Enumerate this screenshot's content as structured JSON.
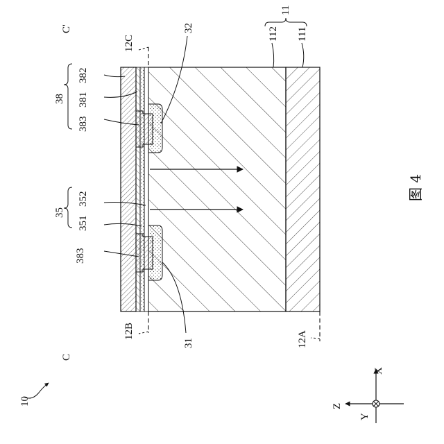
{
  "figure": {
    "caption": "图 4"
  },
  "labels": {
    "device": "10",
    "sectionStart": "C",
    "sectionEnd": "C'",
    "lineA": "12A",
    "lineB": "12B",
    "lineC": "12C",
    "substrate": "11",
    "substrateLayer1": "111",
    "substrateLayer2": "112",
    "region31": "31",
    "region32": "32",
    "layer35": "35",
    "layer351": "351",
    "layer352": "352",
    "layer38": "38",
    "layer381": "381",
    "layer382": "382",
    "layer383a": "383",
    "layer383b": "383"
  },
  "axes": {
    "x": "X",
    "y": "Y",
    "z": "Z"
  }
}
